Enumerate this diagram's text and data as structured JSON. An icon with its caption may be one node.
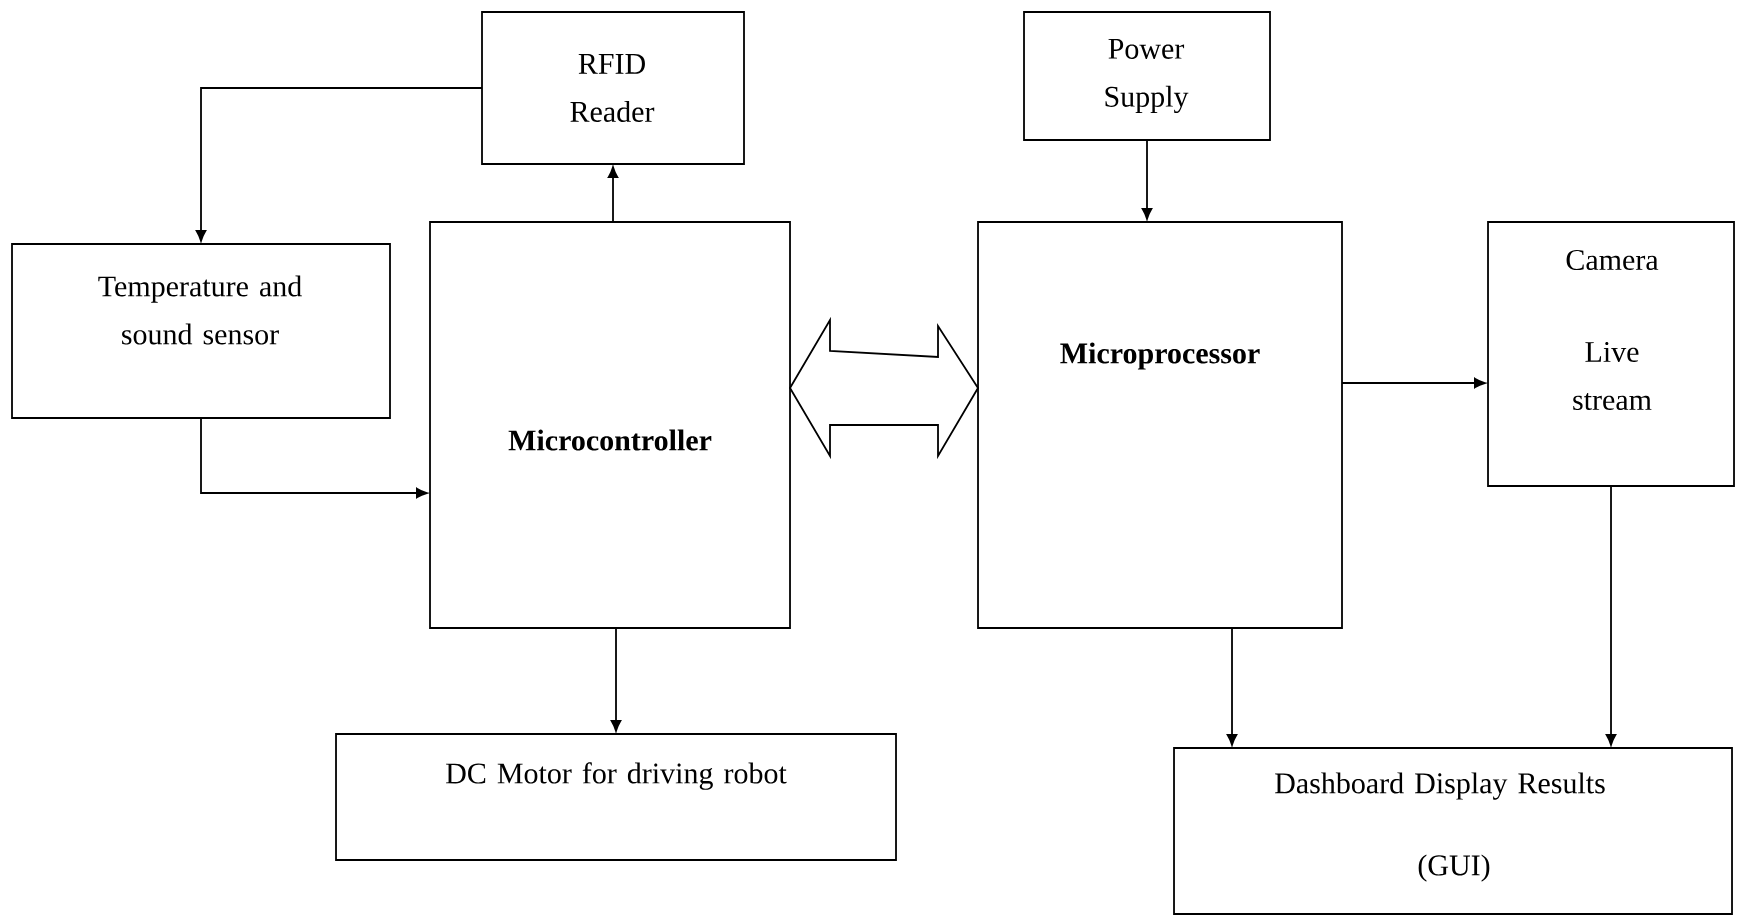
{
  "diagram": {
    "nodes": [
      {
        "text": [
          "RFID Reader"
        ]
      },
      {
        "text": [
          "Temperature and sound sensor"
        ]
      },
      {
        "text": [
          "Microcontroller"
        ]
      },
      {
        "text": [
          "DC Motor for driving robot"
        ]
      },
      {
        "text": [
          "Power Supply"
        ]
      },
      {
        "text": [
          "Microprocessor"
        ]
      },
      {
        "text": [
          "Camera",
          "Live stream"
        ]
      },
      {
        "text": [
          "Dashboard Display Results",
          "(GUI)"
        ]
      }
    ],
    "edges": [
      {
        "from": 0,
        "to": 1,
        "arrow": "to"
      },
      {
        "from": 2,
        "to": 0,
        "arrow": "to"
      },
      {
        "from": 1,
        "to": 2,
        "arrow": "to"
      },
      {
        "from": 2,
        "to": 3,
        "arrow": "to"
      },
      {
        "from": 2,
        "to": 5,
        "arrow": "both",
        "style": "thick"
      },
      {
        "from": 4,
        "to": 5,
        "arrow": "to"
      },
      {
        "from": 5,
        "to": 6,
        "arrow": "to"
      },
      {
        "from": 5,
        "to": 7,
        "arrow": "to"
      },
      {
        "from": 6,
        "to": 7,
        "arrow": "to"
      }
    ]
  }
}
